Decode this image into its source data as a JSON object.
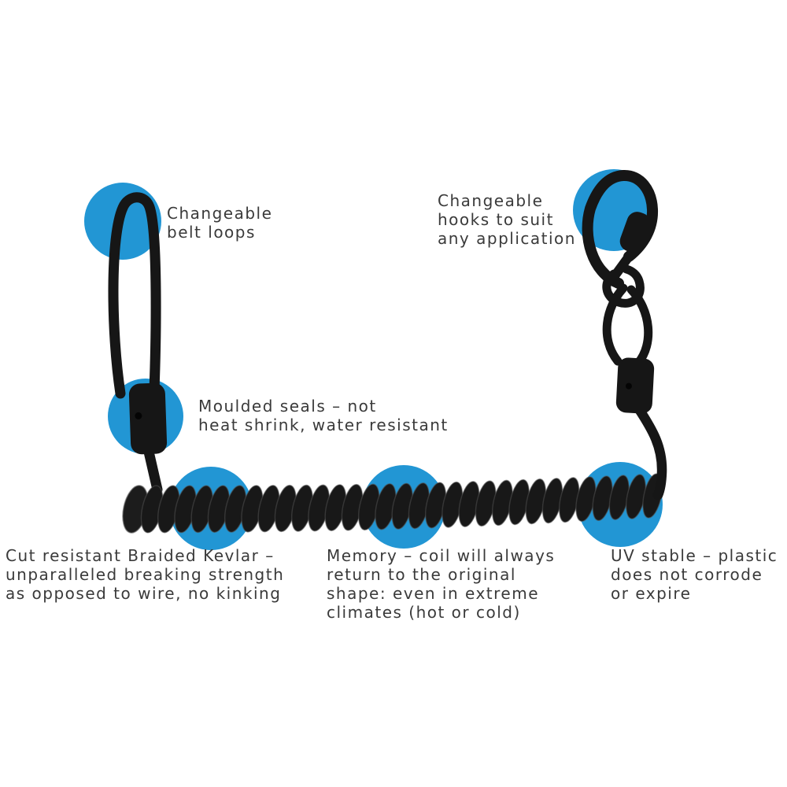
{
  "page": {
    "title": "Coiled lanyard product features",
    "background": "#ffffff"
  },
  "colors": {
    "highlight": "#2296d4",
    "text": "#3a3a3a",
    "cord": "#161616"
  },
  "product": {
    "name": "black coiled kevlar lanyard",
    "parts": [
      "belt-loop",
      "moulded-seal-left",
      "coil",
      "moulded-seal-right",
      "cord-loop-right",
      "snap-hook"
    ]
  },
  "highlights": [
    {
      "target": "belt-loop"
    },
    {
      "target": "snap-hook"
    },
    {
      "target": "moulded-seal"
    },
    {
      "target": "coil-left"
    },
    {
      "target": "coil-middle"
    },
    {
      "target": "coil-right"
    }
  ],
  "callouts": {
    "belt_loops": {
      "lines": [
        "Changeable",
        "belt loops"
      ]
    },
    "hooks": {
      "lines": [
        "Changeable",
        "hooks to suit",
        "any application"
      ]
    },
    "seals": {
      "lines": [
        "Moulded seals – not",
        "heat shrink, water resistant"
      ]
    },
    "kevlar": {
      "lines": [
        "Cut resistant Braided Kevlar –",
        "unparalleled breaking strength",
        "as opposed to wire, no kinking"
      ]
    },
    "memory": {
      "lines": [
        "Memory – coil will always",
        "return to the original",
        "shape: even in extreme",
        "climates (hot or cold)"
      ]
    },
    "uv": {
      "lines": [
        "UV stable – plastic",
        "does not corrode",
        "or expire"
      ]
    }
  }
}
